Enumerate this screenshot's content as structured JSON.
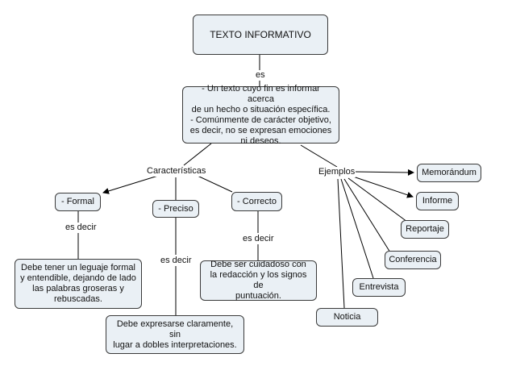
{
  "nodes": {
    "root": "TEXTO INFORMATIVO",
    "definicion": "- Un texto cuyo fin es informar acerca\nde un hecho o situación específica.\n-  Comúnmente de carácter objetivo,\nes decir, no se expresan emociones\nni deseos.",
    "formal": "- Formal",
    "preciso": "- Preciso",
    "correcto": "- Correcto",
    "formal_desc": "Debe tener un leguaje formal\ny entendible, dejando de lado\nlas palabras groseras y\nrebuscadas.",
    "preciso_desc": "Debe expresarse claramente, sin\nlugar a dobles interpretaciones.",
    "correcto_desc": "Debe ser cuidadoso con\nla redacción y los signos de\npuntuación.",
    "memorandum": "Memorándum",
    "informe": "Informe",
    "reportaje": "Reportaje",
    "conferencia": "Conferencia",
    "entrevista": "Entrevista",
    "noticia": "Noticia"
  },
  "labels": {
    "es": "es",
    "caracteristicas": "Características",
    "ejemplos": "Ejemplos",
    "es_decir_formal": "es decir",
    "es_decir_preciso": "es decir",
    "es_decir_correcto": "es decir"
  }
}
